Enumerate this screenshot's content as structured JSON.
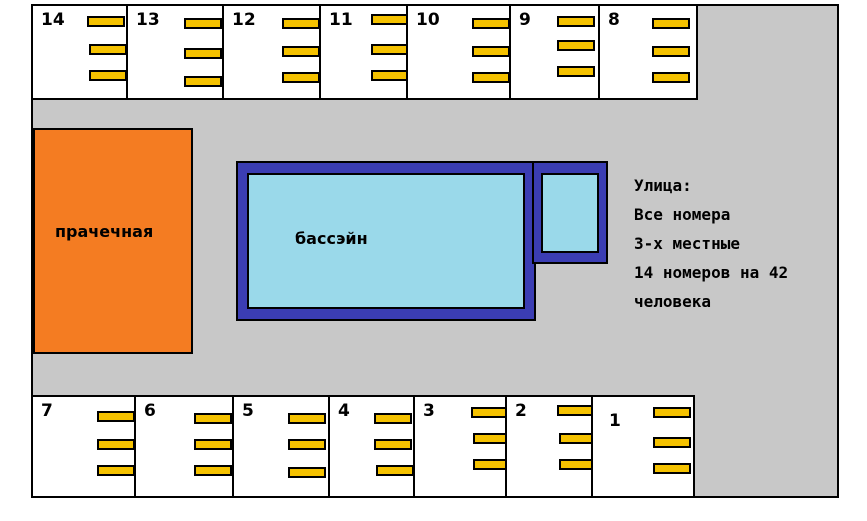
{
  "laundry": {
    "label": "прачечная"
  },
  "pool": {
    "label": "бассэйн"
  },
  "info": {
    "lines": [
      "Улица:",
      "Все номера",
      "3-х местные",
      "14 номеров на 42",
      "человека"
    ]
  },
  "rooms": {
    "top": [
      "14",
      "13",
      "12",
      "11",
      "10",
      "9",
      "8"
    ],
    "bottom": [
      "7",
      "6",
      "5",
      "4",
      "3",
      "2",
      "1"
    ]
  },
  "colors": {
    "yard": "#c8c8c8",
    "room": "#ffffff",
    "bed": "#f5c200",
    "laundry": "#f47c22",
    "pool_frame": "#3b3db3",
    "pool_water": "#9ad9ea"
  }
}
